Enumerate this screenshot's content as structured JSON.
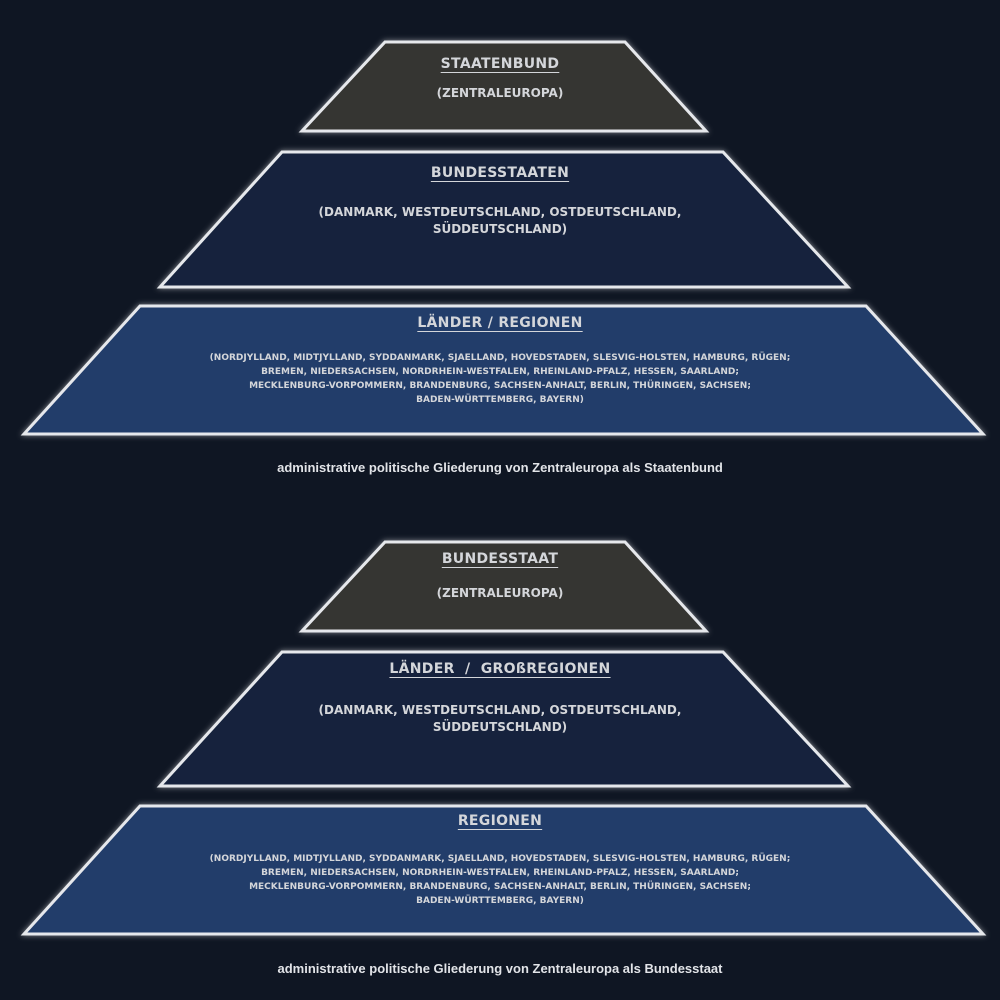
{
  "colors": {
    "background": "#0f1623",
    "level1": "#353432",
    "level2": "#13243d",
    "level3": "#223d6b",
    "border": "#e6e8ec"
  },
  "diagrams": [
    {
      "level1": {
        "title": "STAATENBUND",
        "text": "(ZENTRALEUROPA)"
      },
      "level2": {
        "title": "BUNDESSTAATEN",
        "text": [
          "(DANMARK, WESTDEUTSCHLAND, OSTDEUTSCHLAND,",
          "SÜDDEUTSCHLAND)"
        ]
      },
      "level3": {
        "title": "LÄNDER / REGIONEN",
        "text": [
          "(NORDJYLLAND, MIDTJYLLAND, SYDDANMARK, SJAELLAND, HOVEDSTADEN, SLESVIG-HOLSTEN, HAMBURG, RÜGEN;",
          "BREMEN, NIEDERSACHSEN, NORDRHEIN-WESTFALEN, RHEINLAND-PFALZ, HESSEN, SAARLAND;",
          "MECKLENBURG-VORPOMMERN, BRANDENBURG, SACHSEN-ANHALT, BERLIN, THÜRINGEN, SACHSEN;",
          "BADEN-WÜRTTEMBERG, BAYERN)"
        ]
      },
      "caption": "administrative politische Gliederung von Zentraleuropa als Staatenbund"
    },
    {
      "level1": {
        "title": "BUNDESSTAAT",
        "text": "(ZENTRALEUROPA)"
      },
      "level2": {
        "title": "LÄNDER  /  GROßREGIONEN",
        "text": [
          "(DANMARK, WESTDEUTSCHLAND, OSTDEUTSCHLAND,",
          "SÜDDEUTSCHLAND)"
        ]
      },
      "level3": {
        "title": "REGIONEN",
        "text": [
          "(NORDJYLLAND, MIDTJYLLAND, SYDDANMARK, SJAELLAND, HOVEDSTADEN, SLESVIG-HOLSTEN, HAMBURG, RÜGEN;",
          "BREMEN, NIEDERSACHSEN, NORDRHEIN-WESTFALEN, RHEINLAND-PFALZ, HESSEN, SAARLAND;",
          "MECKLENBURG-VORPOMMERN, BRANDENBURG, SACHSEN-ANHALT, BERLIN, THÜRINGEN, SACHSEN;",
          "BADEN-WÜRTTEMBERG, BAYERN)"
        ]
      },
      "caption": "administrative politische Gliederung von Zentraleuropa als Bundesstaat"
    }
  ]
}
